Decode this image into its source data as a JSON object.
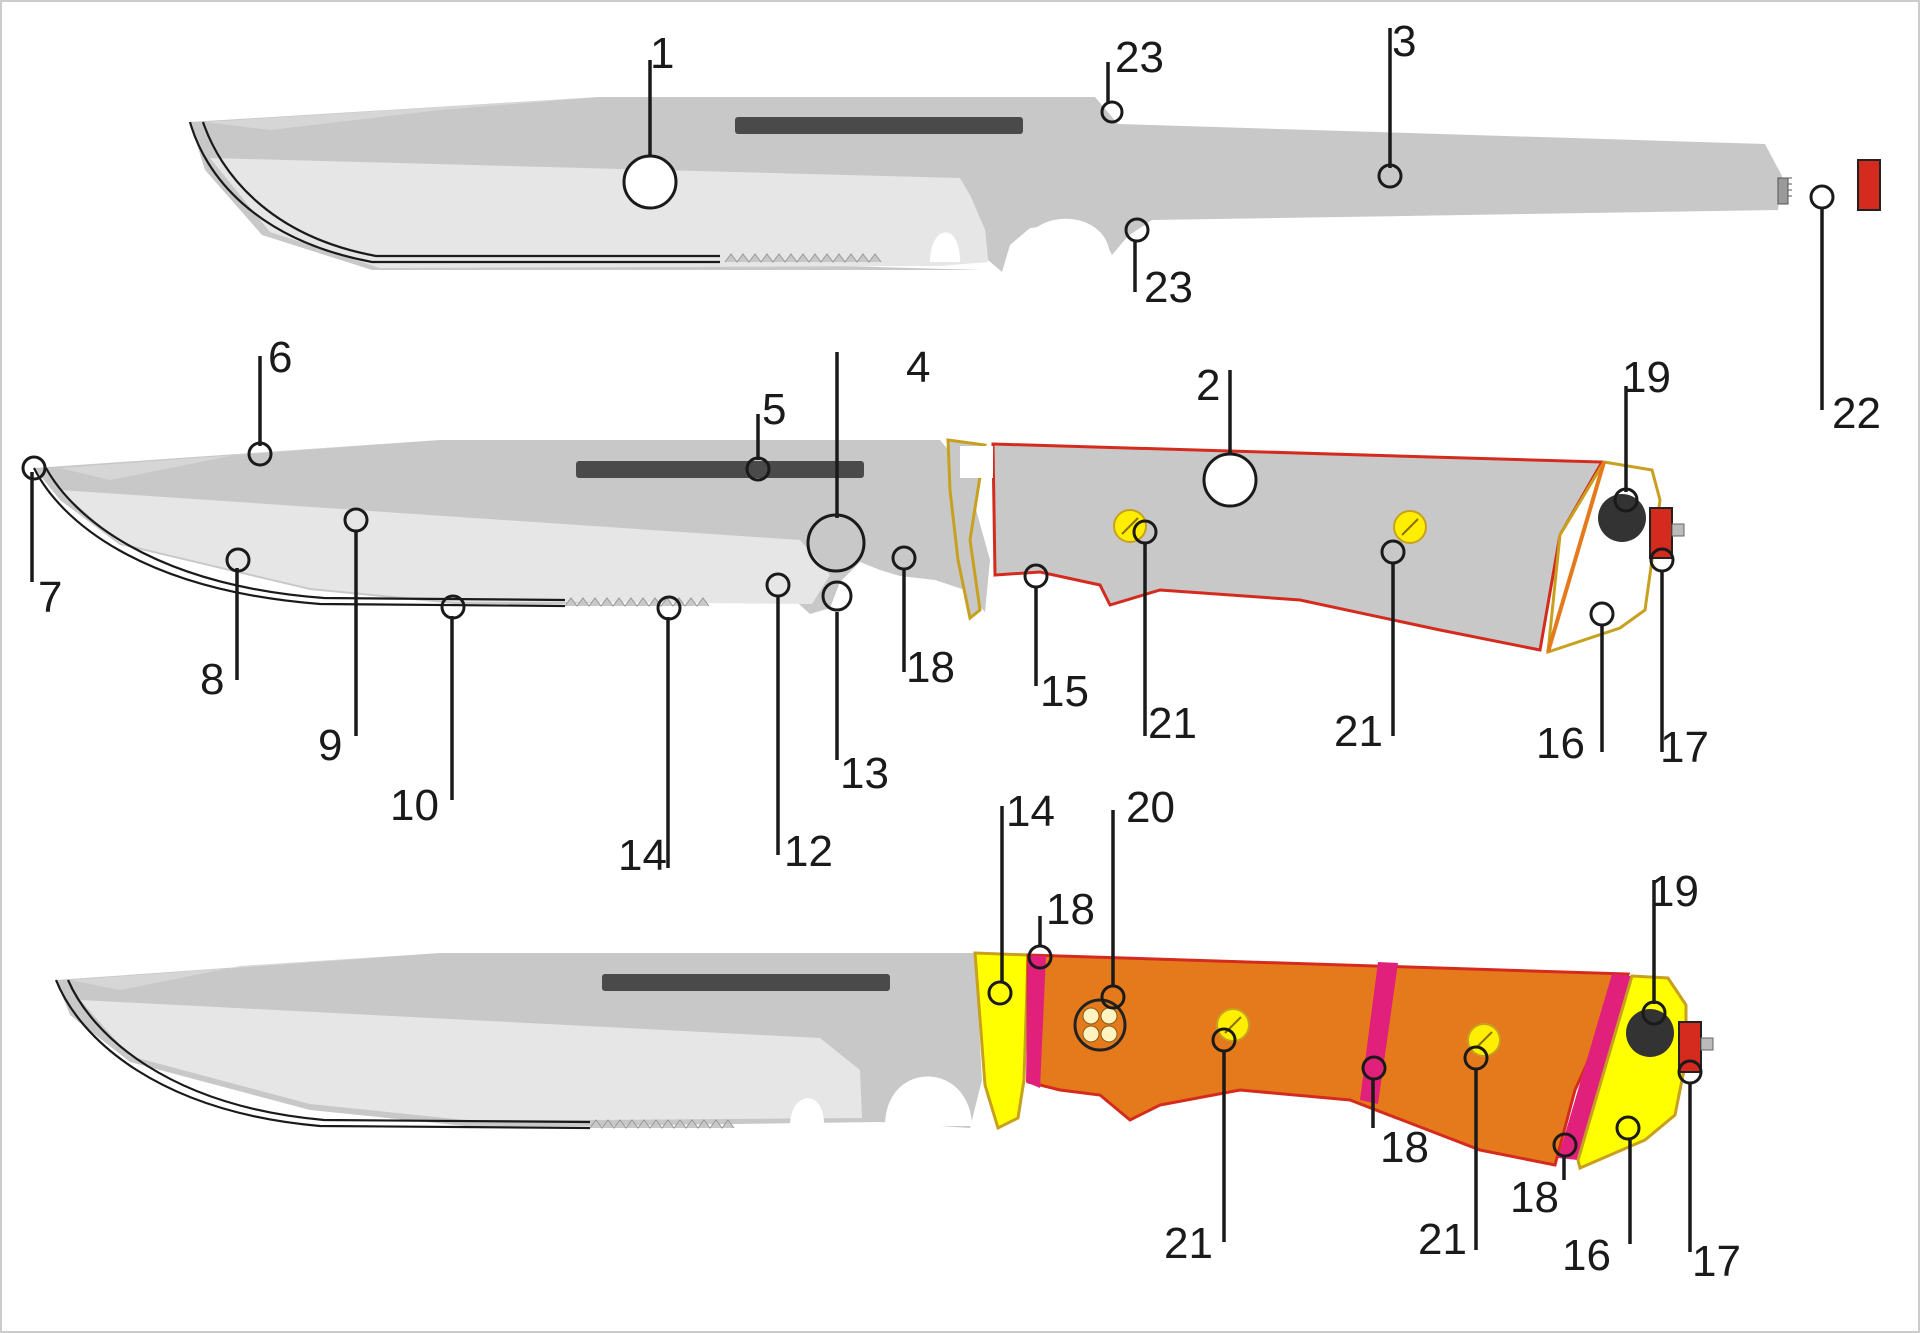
{
  "colors": {
    "background": "#ffffff",
    "steel": "#c8c8c8",
    "steel_light": "#e6e6e6",
    "slot": "#4a4a4a",
    "handle_outline": "#d42b1e",
    "guard_outline": "#c8a020",
    "guard_fill": "#ffff00",
    "handle_fill": "#e57a1c",
    "spacer": "#e0207a",
    "screw": "#ffee00",
    "pommel_cap": "#d42b1e",
    "lanyard_ball": "#333333"
  },
  "views": {
    "tang_view": {
      "callouts": [
        "1",
        "23",
        "3",
        "23",
        "22"
      ]
    },
    "outline_view": {
      "callouts": [
        "6",
        "7",
        "8",
        "9",
        "10",
        "14",
        "12",
        "13",
        "4",
        "5",
        "18",
        "15",
        "21",
        "2",
        "21",
        "16",
        "17",
        "19"
      ]
    },
    "assembled_view": {
      "callouts": [
        "14",
        "18",
        "20",
        "21",
        "18",
        "21",
        "18",
        "16",
        "17",
        "19"
      ]
    }
  }
}
